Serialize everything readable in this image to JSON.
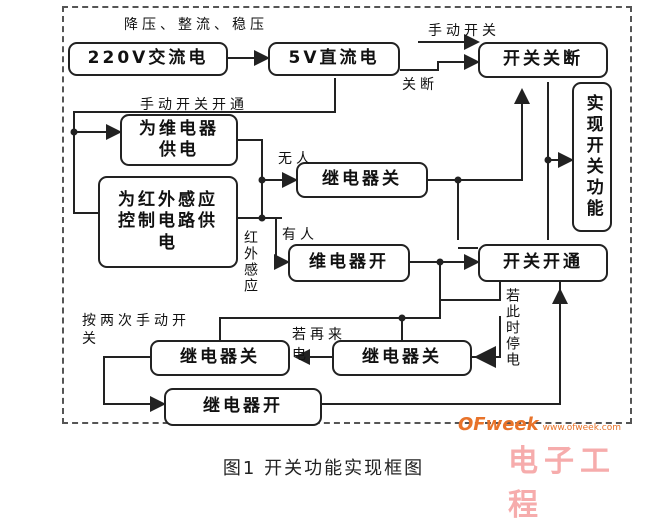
{
  "boxes": {
    "ac220": "220V交流电",
    "dc5v": "5V直流电",
    "switch_off": "开关关断",
    "implement": "实现开关功能",
    "relay_power": "为维电器供电",
    "ir_power": "为红外感应控制电路供电",
    "relay_off_upper": "继电器关",
    "relay_on_upper": "维电器开",
    "switch_on": "开关开通",
    "relay_off_left": "继电器关",
    "relay_off_mid": "继电器关",
    "relay_on_lower": "继电器开"
  },
  "labels": {
    "rectify": "降压、整流、稳压",
    "manual_switch": "手动开关",
    "off": "关断",
    "manual_on": "手动开关开通",
    "nobody": "无人",
    "somebody": "有人",
    "infrared": "红外感应",
    "press_twice": "按两次手动开关",
    "if_again": "若再来电",
    "if_outage": "若此时停电"
  },
  "watermark": {
    "brand": "OFweek",
    "site": "www.ofweek.com",
    "cn": "电子工程"
  },
  "caption": "图1  开关功能实现框图"
}
